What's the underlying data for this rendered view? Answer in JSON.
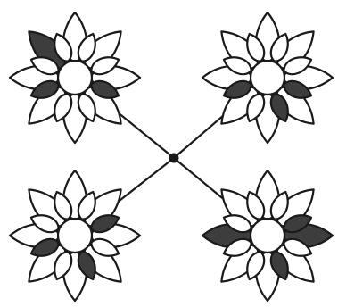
{
  "colors": {
    "stroke": "#1a1a1a",
    "shaded": "#3d3d3d",
    "blank": "#ffffff",
    "background": "#ffffff"
  },
  "hub": {
    "name": "center-dot",
    "shape": "filled-circle"
  },
  "flowers": [
    {
      "name": "flower-top-left",
      "position": "top-left",
      "petal_count": 8,
      "petal_layers": [
        "outer-broad",
        "inner-narrow"
      ],
      "shaded_petals": [
        "outer-upper-left",
        "inner-right",
        "inner-lower-left"
      ]
    },
    {
      "name": "flower-top-right",
      "position": "top-right",
      "petal_count": 8,
      "petal_layers": [
        "outer-broad",
        "inner-narrow"
      ],
      "shaded_petals": [
        "inner-right",
        "inner-lower-left",
        "inner-lower-right"
      ]
    },
    {
      "name": "flower-bottom-left",
      "position": "bottom-left",
      "petal_count": 8,
      "petal_layers": [
        "outer-broad",
        "inner-narrow"
      ],
      "shaded_petals": [
        "inner-upper-right",
        "inner-lower-left",
        "inner-lower-right"
      ]
    },
    {
      "name": "flower-bottom-right",
      "position": "bottom-right",
      "petal_count": 8,
      "petal_layers": [
        "outer-broad",
        "inner-narrow"
      ],
      "shaded_petals": [
        "outer-left",
        "inner-upper-right",
        "inner-lower-right",
        "outer-right"
      ]
    }
  ]
}
